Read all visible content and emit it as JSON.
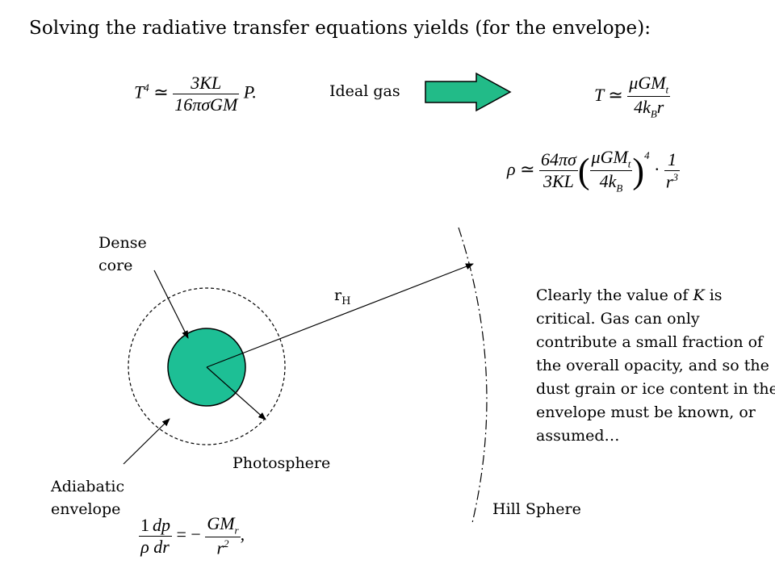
{
  "title": "Solving the radiative transfer equations yields (for the envelope):",
  "ideal_gas_label": "Ideal gas",
  "equations": {
    "t4": {
      "lhs": "T",
      "lhs_exp": "4",
      "rel": "≃",
      "num": "3KL",
      "den": "16πσGM",
      "tail": "P."
    },
    "t": {
      "lhs": "T",
      "rel": "≃",
      "num": "μGM",
      "num_sub": "t",
      "den": "4k",
      "den_sub": "B",
      "den_tail": "r"
    },
    "rho": {
      "lhs": "ρ",
      "rel": "≃",
      "coef_num": "64πσ",
      "coef_den": "3KL",
      "inner_num": "μGM",
      "inner_sub": "t",
      "inner_den": "4k",
      "inner_den_sub": "B",
      "exp": "4",
      "dot": "·",
      "last_num": "1",
      "last_den": "r",
      "last_exp": "3"
    },
    "hydro": {
      "a_num": "1",
      "a_den": "ρ",
      "b_num": "dp",
      "b_den": "dr",
      "rel": "= −",
      "c_num": "GM",
      "c_sub": "r",
      "c_den": "r",
      "c_exp": "2",
      "tail": ","
    }
  },
  "diagram": {
    "dense_core_label": [
      "Dense",
      "core"
    ],
    "rh_label": "r",
    "rh_sub": "H",
    "photosphere_label": "Photosphere",
    "adiabatic_label": [
      "Adiabatic",
      "envelope"
    ],
    "hill_sphere_label": "Hill Sphere",
    "core_color": "#1dbf95",
    "arrow_color": "#22bb88"
  },
  "paragraph_parts": [
    "Clearly the value of ",
    "K",
    " is critical. Gas can only contribute a small fraction of the overall opacity, and so the dust grain or ice content in the envelope must be known, or assumed…"
  ]
}
